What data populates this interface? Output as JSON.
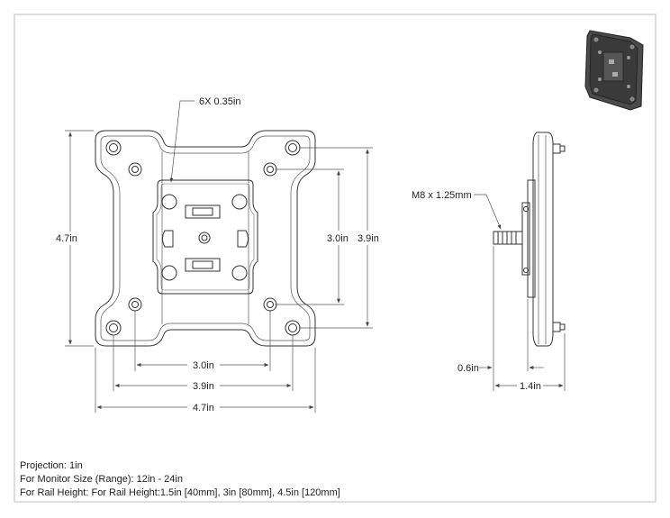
{
  "drawing": {
    "callouts": {
      "hole_pattern": "6X 0.35in",
      "thread": "M8 x 1.25mm"
    },
    "front_dimensions": {
      "overall_height": "4.7in",
      "inner_height": "3.0in",
      "outer_height": "3.9in",
      "inner_width": "3.0in",
      "outer_width": "3.9in",
      "overall_width": "4.7in"
    },
    "side_dimensions": {
      "plate_thickness": "0.6in",
      "overall_depth": "1.4in"
    }
  },
  "notes": {
    "projection": "Projection: 1in",
    "monitor_size": "For Monitor Size (Range): 12in - 24in",
    "rail_height": "For Rail Height: For Rail Height:1.5in [40mm], 3in [80mm], 4.5in [120mm]"
  },
  "colors": {
    "line": "#333333",
    "dim_line": "#555555",
    "thumbnail_dark": "#3a3a3a",
    "background": "#ffffff"
  }
}
